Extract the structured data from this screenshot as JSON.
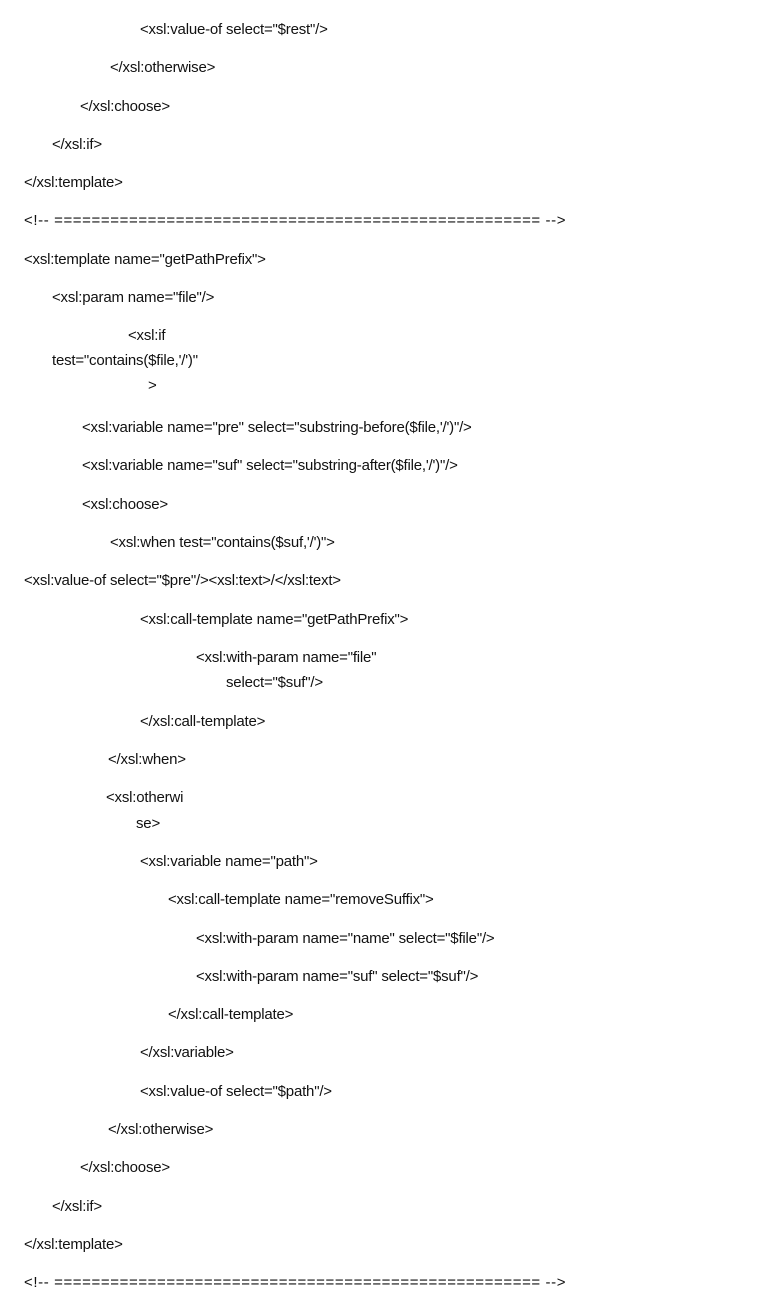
{
  "listing": {
    "lines": [
      "<xsl:value-of select=\"$rest\"/>",
      "</xsl:otherwise>",
      "</xsl:choose>",
      "</xsl:if>",
      "</xsl:template>",
      "<!-- ==================================================== -->",
      "<xsl:template name=\"getPathPrefix\">",
      "<xsl:param name=\"file\"/>",
      "<xsl:if",
      "test=\"contains($file,'/')\"",
      ">",
      "<xsl:variable name=\"pre\" select=\"substring-before($file,'/')\"/>",
      "<xsl:variable name=\"suf\" select=\"substring-after($file,'/')\"/>",
      "<xsl:choose>",
      "<xsl:when test=\"contains($suf,'/')\">",
      "<xsl:value-of select=\"$pre\"/><xsl:text>/</xsl:text>",
      "<xsl:call-template name=\"getPathPrefix\">",
      "<xsl:with-param name=\"file\"",
      "select=\"$suf\"/>",
      "</xsl:call-template>",
      "</xsl:when>",
      "<xsl:otherwi",
      "se>",
      "<xsl:variable name=\"path\">",
      "<xsl:call-template name=\"removeSuffix\">",
      "<xsl:with-param name=\"name\" select=\"$file\"/>",
      "<xsl:with-param name=\"suf\" select=\"$suf\"/>",
      "</xsl:call-template>",
      "</xsl:variable>",
      "<xsl:value-of select=\"$path\"/>",
      "</xsl:otherwise>",
      "</xsl:choose>",
      "</xsl:if>",
      "</xsl:template>",
      "<!-- ==================================================== -->"
    ]
  }
}
